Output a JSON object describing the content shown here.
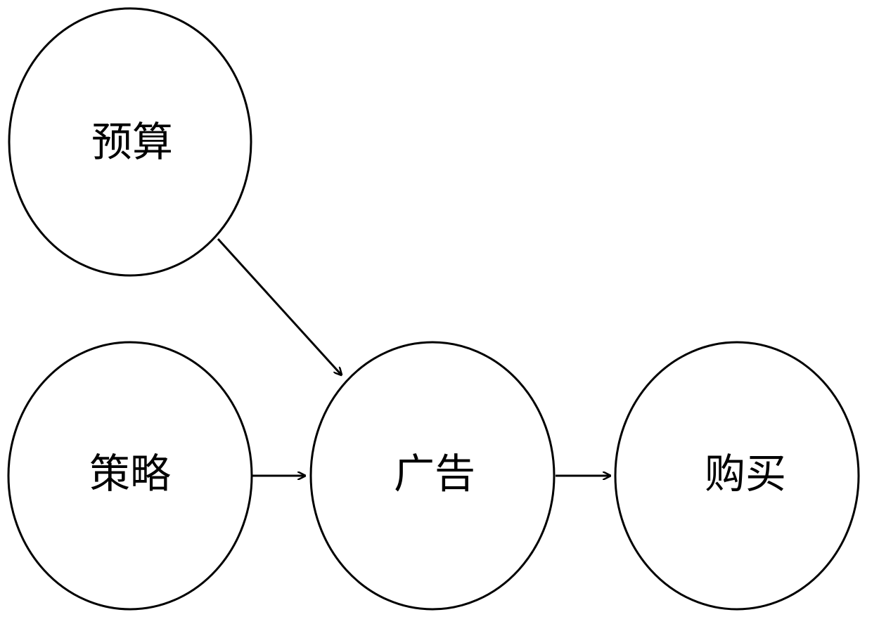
{
  "nodes": {
    "budget": {
      "label": "预算"
    },
    "strategy": {
      "label": "策略"
    },
    "advertising": {
      "label": "广告"
    },
    "purchase": {
      "label": "购买"
    }
  },
  "edges": [
    {
      "from": "budget",
      "to": "advertising"
    },
    {
      "from": "strategy",
      "to": "advertising"
    },
    {
      "from": "advertising",
      "to": "purchase"
    }
  ],
  "colors": {
    "stroke": "#000000",
    "background": "#ffffff"
  }
}
